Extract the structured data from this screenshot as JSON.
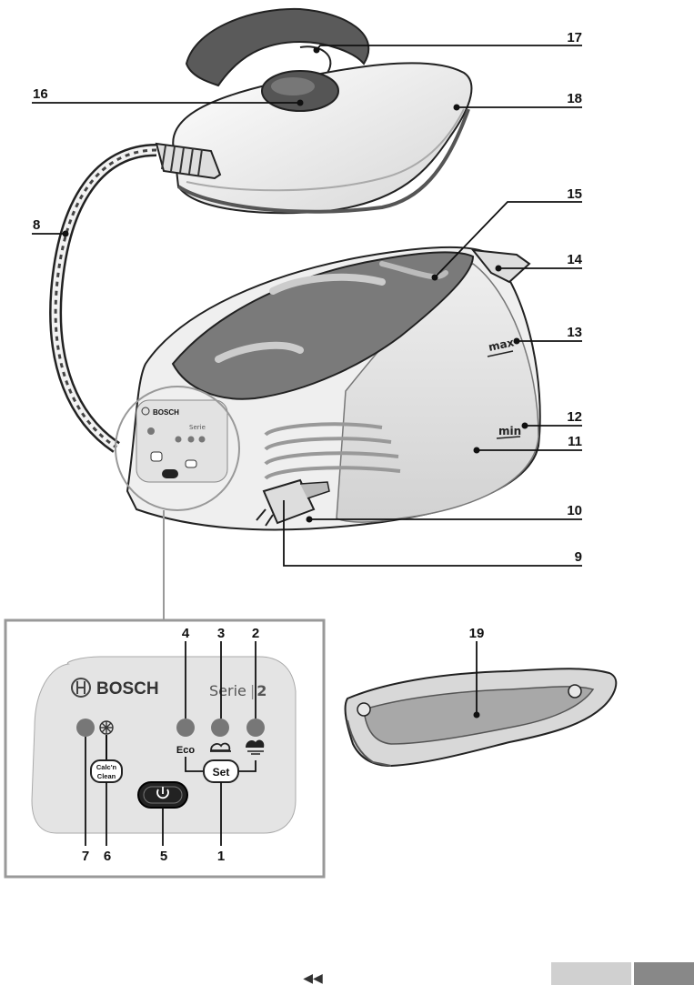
{
  "callouts": {
    "c1": "1",
    "c2": "2",
    "c3": "3",
    "c4": "4",
    "c5": "5",
    "c6": "6",
    "c7": "7",
    "c8": "8",
    "c9": "9",
    "c10": "10",
    "c11": "11",
    "c12": "12",
    "c13": "13",
    "c14": "14",
    "c15": "15",
    "c16": "16",
    "c17": "17",
    "c18": "18",
    "c19": "19"
  },
  "tank_marks": {
    "max": "max",
    "min": "min"
  },
  "panel": {
    "brand": "BOSCH",
    "series": "Serie",
    "series_number": "2",
    "eco_label": "Eco",
    "set_label": "Set",
    "calc_label_line1": "Calc'n",
    "calc_label_line2": "Clean"
  },
  "footer": {
    "nav_arrows": "◀◀"
  },
  "colors": {
    "line": "#222222",
    "panel_frame": "#999999",
    "water": "#d9d9d9",
    "body": "#efefef",
    "cord": "#555555"
  }
}
